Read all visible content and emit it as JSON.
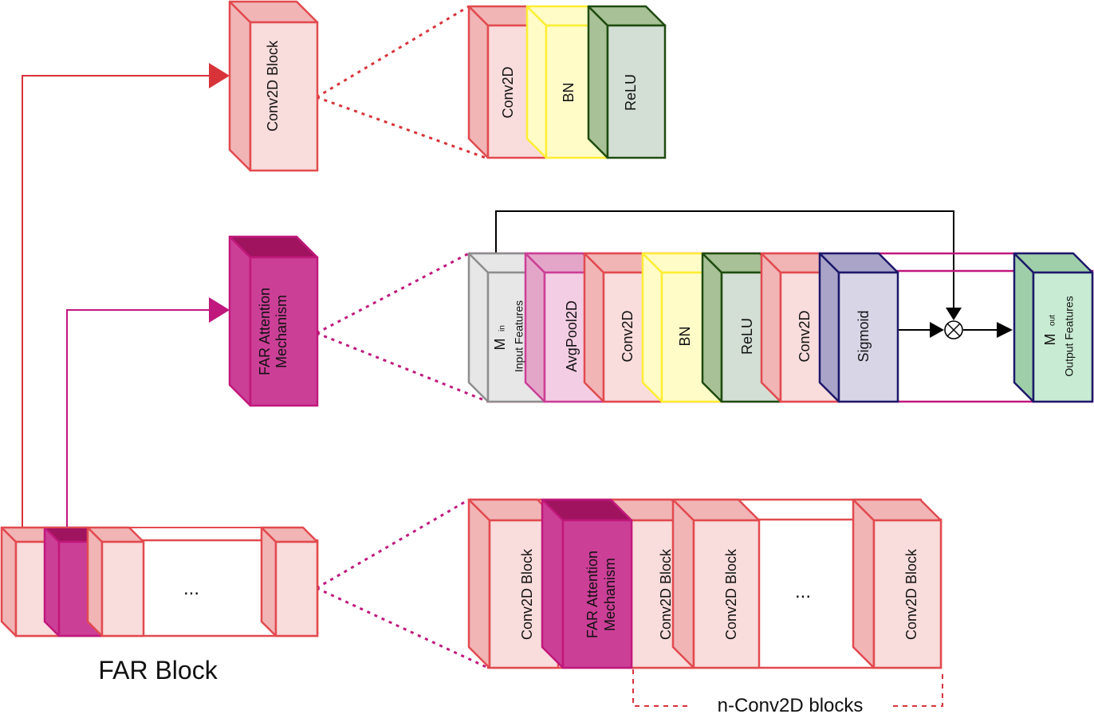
{
  "colors": {
    "conv": "#e24a4f",
    "conv_front": "#f9dcdc",
    "conv_top": "#f1b5b6",
    "far": "#c0187c",
    "far_front": "#cc3f97",
    "far_top": "#a0135f",
    "bn": "#ffee33",
    "bn_front": "#fffcc8",
    "relu": "#1e4c0f",
    "relu_front": "#d3dfd5",
    "relu_top": "#a8c196",
    "grey": "#8e8e8e",
    "grey_front": "#e7e7e7",
    "avg": "#cc3f97",
    "avg_front": "#f3cde4",
    "avg_top": "#e3a6c9",
    "sig": "#1d186a",
    "sig_front": "#d8d5e7",
    "sig_top": "#aaa5c8",
    "out": "#1d186a",
    "out_front": "#c8ecd3",
    "out_top": "#9ecfa9",
    "far_link": "#c0187c",
    "conv_link": "#d9333a",
    "black": "#000000"
  },
  "labels": {
    "conv2d_block": "Conv2D Block",
    "far_attention_1": "FAR Attention",
    "far_attention_2": "Mechanism",
    "conv2d": "Conv2D",
    "bn": "BN",
    "relu": "ReLU",
    "avgpool": "AvgPool2D",
    "sigmoid": "Sigmoid",
    "m": "M",
    "m_in_sub": "in",
    "input_features": "Input Features",
    "m_out_sub": "out",
    "output_features": "Output Features",
    "ellipsis": "...",
    "far_block": "FAR Block",
    "n_conv_blocks": "n-Conv2D blocks",
    "multiply": "⊗"
  }
}
